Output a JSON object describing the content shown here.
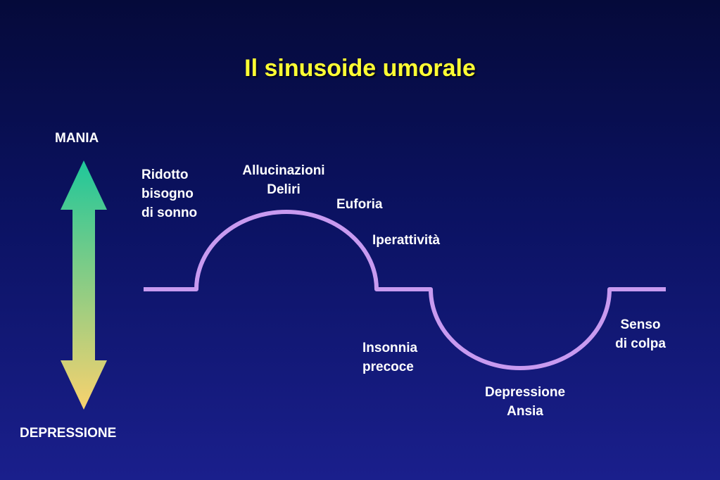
{
  "title": "Il sinusoide umorale",
  "axis": {
    "top_label": "MANIA",
    "bottom_label": "DEPRESSIONE",
    "colors": {
      "top": "#1fc79a",
      "bottom": "#f9d26e"
    }
  },
  "curve": {
    "color": "#c89af0"
  },
  "labels": {
    "reduced_sleep": [
      "Ridotto",
      "bisogno",
      "di sonno"
    ],
    "hallucinations": [
      "Allucinazioni",
      "Deliri"
    ],
    "euphoria": "Euforia",
    "hyperactivity": "Iperattività",
    "insomnia": [
      "Insonnia",
      "precoce"
    ],
    "depression": [
      "Depressione",
      "Ansia"
    ],
    "guilt": [
      "Senso",
      "di colpa"
    ]
  },
  "colors": {
    "title": "#ffff33",
    "text": "#ffffff",
    "background_top": "#050a3a",
    "background_bottom": "#1a1f8c"
  }
}
